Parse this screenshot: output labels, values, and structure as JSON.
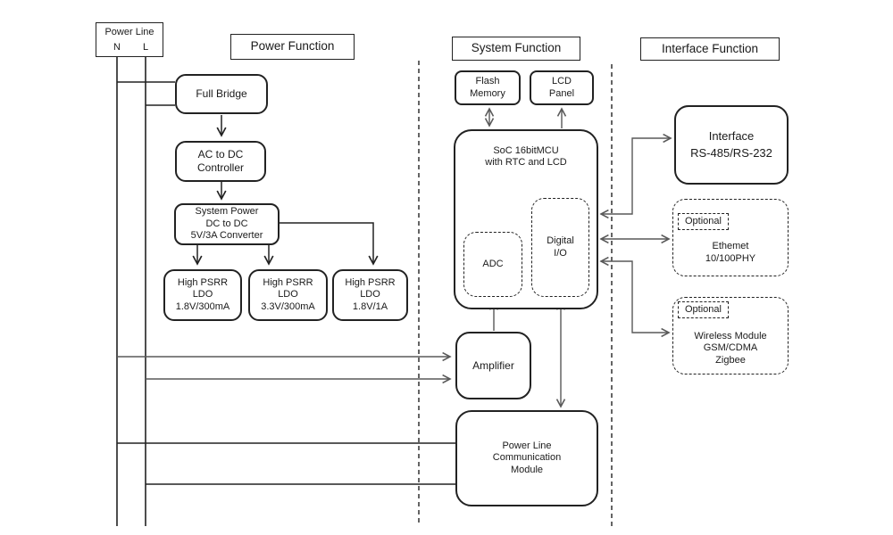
{
  "headers": {
    "power": "Power Function",
    "system": "System Function",
    "interface": "Interface Function"
  },
  "power_line": {
    "title": "Power Line",
    "n": "N",
    "l": "L"
  },
  "blocks": {
    "full_bridge": {
      "label": "Full Bridge"
    },
    "ac_dc": {
      "lines": [
        "AC to DC",
        "Controller"
      ]
    },
    "sys_power": {
      "lines": [
        "System Power",
        "DC to DC",
        "5V/3A Converter"
      ]
    },
    "ldo1": {
      "lines": [
        "High PSRR",
        "LDO",
        "1.8V/300mA"
      ]
    },
    "ldo2": {
      "lines": [
        "High PSRR",
        "LDO",
        "3.3V/300mA"
      ]
    },
    "ldo3": {
      "lines": [
        "High PSRR",
        "LDO",
        "1.8V/1A"
      ]
    },
    "flash": {
      "lines": [
        "Flash",
        "Memory"
      ]
    },
    "lcd": {
      "lines": [
        "LCD",
        "Panel"
      ]
    },
    "soc": {
      "lines": [
        "SoC 16bitMCU",
        "with RTC and LCD"
      ]
    },
    "adc": {
      "label": "ADC"
    },
    "digital_io": {
      "lines": [
        "Digital",
        "I/O"
      ]
    },
    "amplifier": {
      "label": "Amplifier"
    },
    "plc": {
      "lines": [
        "Power Line",
        "Communication",
        "Module"
      ]
    },
    "rs_interface": {
      "lines": [
        "Interface",
        "RS-485/RS-232"
      ]
    },
    "ethernet": {
      "optional": "Optional",
      "lines": [
        "Ethemet",
        "10/100PHY"
      ]
    },
    "wireless": {
      "optional": "Optional",
      "lines": [
        "Wireless Module",
        "GSM/CDMA",
        "Zigbee"
      ]
    }
  },
  "colors": {
    "line": "#222222",
    "connector": "#595959",
    "background": "#ffffff"
  }
}
